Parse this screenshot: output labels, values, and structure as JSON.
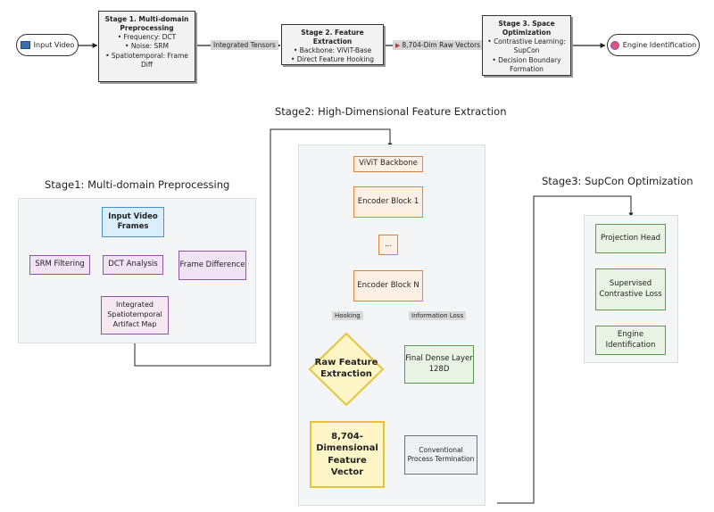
{
  "top_flow": {
    "input_video": "Input Video",
    "stage1": {
      "title": "Stage 1. Multi-domain Preprocessing",
      "lines": [
        "• Frequency: DCT",
        "• Noise: SRM",
        "• Spatiotemporal: Frame Diff"
      ]
    },
    "edge1": "Integrated Tensors",
    "stage2": {
      "title": "Stage 2. Feature Extraction",
      "lines": [
        "• Backbone: ViViT-Base",
        "• Direct Feature Hooking"
      ]
    },
    "edge2": "8,704-Dim Raw Vectors",
    "stage3": {
      "title": "Stage 3. Space Optimization",
      "lines": [
        "• Contrastive Learning: SupCon",
        "• Decision Boundary Formation"
      ]
    },
    "engine_identification": "Engine Identification"
  },
  "stage1_panel": {
    "title": "Stage1: Multi-domain Preprocessing",
    "input_frames": "Input Video Frames",
    "srm": "SRM Filtering",
    "dct": "DCT Analysis",
    "frame_diff": "Frame Difference",
    "integrated_map": "Integrated Spatiotemporal Artifact Map"
  },
  "stage2_panel": {
    "title": "Stage2: High-Dimensional Feature Extraction",
    "backbone": "ViViT Backbone",
    "encoder1": "Encoder Block 1",
    "ellipsis": "...",
    "encoderN": "Encoder Block N",
    "hooking_label": "Hooking",
    "info_loss_label": "Information Loss",
    "raw_feature": "Raw Feature Extraction",
    "final_dense": "Final Dense Layer 128D",
    "feature_vector": "8,704-Dimensional Feature Vector",
    "conventional": "Conventional Process Termination"
  },
  "stage3_panel": {
    "title": "Stage3: SupCon Optimization",
    "projection": "Projection Head",
    "supcon": "Supervised Contrastive Loss",
    "engine": "Engine Identification"
  },
  "colors": {
    "blue_fill": "#dbeefc",
    "blue_border": "#4a90c8",
    "purple_fill": "#f1e3f5",
    "purple_border": "#8a55a5",
    "orange_fill": "#fdf1e6",
    "orange_border": "#e0823d",
    "green_fill": "#e8f3e4",
    "green_border": "#5a9a4c",
    "yellow_fill": "#fff6c8",
    "yellow_border": "#e5c33d",
    "gray_fill": "#eef1f4",
    "gray_border": "#6b7684"
  }
}
